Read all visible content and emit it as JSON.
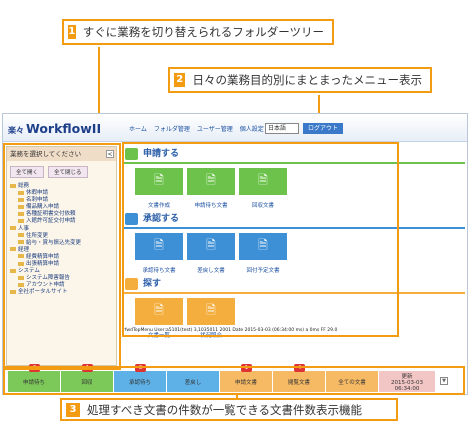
{
  "callouts": [
    {
      "num": "1",
      "text": "すぐに業務を切り替えられるフォルダーツリー"
    },
    {
      "num": "2",
      "text": "日々の業務目的別にまとまったメニュー表示"
    },
    {
      "num": "3",
      "text": "処理すべき文書の件数が一覧できる文書件数表示機能"
    }
  ],
  "header": {
    "logo_jp": "楽々",
    "logo": "WorkflowII",
    "nav": [
      "ホーム",
      "フォルダ管理",
      "ユーザー管理",
      "個人設定"
    ],
    "lang": "日本語",
    "logout": "ログアウト"
  },
  "sidebar": {
    "title": "業務を選択してください",
    "collapse_glyph": "<",
    "expand_all": "全て開く",
    "collapse_all": "全て閉じる",
    "tree": [
      {
        "label": "総務",
        "level": 1
      },
      {
        "label": "休暇申請",
        "level": 2
      },
      {
        "label": "名刺申請",
        "level": 2
      },
      {
        "label": "備品購入申請",
        "level": 2
      },
      {
        "label": "各種証明書交付依頼",
        "level": 2
      },
      {
        "label": "入館許可証交付申請",
        "level": 2
      },
      {
        "label": "人事",
        "level": 1
      },
      {
        "label": "住所変更",
        "level": 2
      },
      {
        "label": "給与・賞与振込先変更",
        "level": 2
      },
      {
        "label": "経理",
        "level": 1
      },
      {
        "label": "経費精算申請",
        "level": 2
      },
      {
        "label": "出張精算申請",
        "level": 2
      },
      {
        "label": "システム",
        "level": 1
      },
      {
        "label": "システム障害報告",
        "level": 2
      },
      {
        "label": "アカウント申請",
        "level": 2
      },
      {
        "label": "全社ポータルサイト",
        "level": 1
      }
    ]
  },
  "sections": [
    {
      "title": "申請する",
      "color": "#6cc24a",
      "icon_color": "#6cc24a",
      "tiles": [
        "文書作成",
        "申請待ち文書",
        "回収文書"
      ]
    },
    {
      "title": "承認する",
      "color": "#3d8fd6",
      "icon_color": "#3d8fd6",
      "tiles": [
        "承認待ち文書",
        "差戻し文書",
        "回付予定文書"
      ]
    },
    {
      "title": "探す",
      "color": "#f3ae3d",
      "icon_color": "#f3ae3d",
      "tiles": [
        "文書一覧",
        "状況照会"
      ]
    }
  ],
  "status_line": "rfwdTopMenu User:a5101(test) 3,1035011 2001 Date 2015-03-03 (06:34:00 ms) a 0ms FF 29.0",
  "bottom_bar": [
    {
      "label": "申請待ち",
      "badge": "2",
      "color": "#7cc95a"
    },
    {
      "label": "回収",
      "badge": "1",
      "color": "#7cc95a"
    },
    {
      "label": "承認待ち",
      "badge": "3",
      "color": "#5eb1e6"
    },
    {
      "label": "差戻し",
      "badge": "",
      "color": "#5eb1e6"
    },
    {
      "label": "申請文書",
      "badge": "1",
      "color": "#f6b964"
    },
    {
      "label": "閲覧文書",
      "badge": "4",
      "color": "#f6b964"
    },
    {
      "label": "全ての文書",
      "badge": "",
      "color": "#f6b964"
    },
    {
      "label": "更新\n2015-03-03 06:34:00",
      "badge": "",
      "color": "#f3c6c6"
    }
  ]
}
